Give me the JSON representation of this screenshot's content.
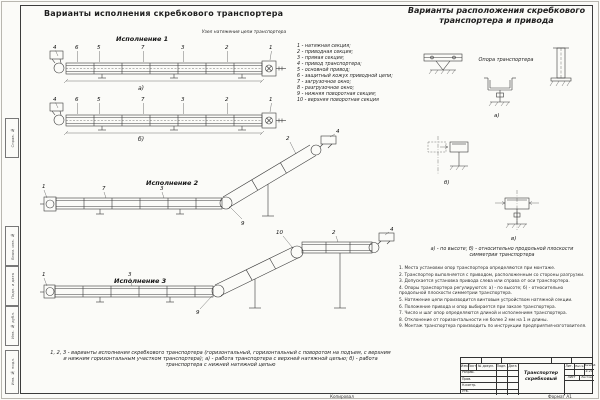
{
  "titles": {
    "left": "Варианты исполнения скребкового транспортера",
    "right": "Варианты расположения скребкового транспортера и привода"
  },
  "labels": {
    "isp1": "Исполнение 1",
    "isp2": "Исполнение 2",
    "isp3": "Исполнение 3",
    "a": "а)",
    "b": "б)",
    "a2": "а)",
    "b2": "б)",
    "v2": "в)",
    "uzel": "Узел натяжения цепи транспортера",
    "opora": "Опора транспортера",
    "format": "Формат А1",
    "kopiroval": "Копировал"
  },
  "legend": {
    "items": [
      "1 - натяжная секция;",
      "2 - приводная секция;",
      "3 - прямая секция;",
      "4 - привод транспортера;",
      "5 - основной привод;",
      "6 - защитный кожух приводной цепи;",
      "7 - загрузочное окно;",
      "8 - разгрузочное окно;",
      "9 - нижняя поворотная секция;",
      "10 - верхняя поворотная секция"
    ]
  },
  "callouts": {
    "d1a": [
      "4",
      "6",
      "5",
      "7",
      "3",
      "2",
      "1"
    ],
    "d1b": [
      "4",
      "6",
      "5",
      "7",
      "3",
      "2",
      "1"
    ],
    "d2": [
      "1",
      "7",
      "3",
      "9",
      "2",
      "4"
    ],
    "d3": [
      "1",
      "3",
      "9",
      "10",
      "2",
      "4"
    ]
  },
  "captions": {
    "bottom": "1, 2, 3 - варианты исполнения скребкового транспортера (горизонтальный, горизонтальный с поворотом на подъем, с верхним и нижним горизонтальным участком транспортера); а) - работа транспортера с верхней натяжной цепью; б) - работа транспортера с нижней натяжной цепью",
    "right_ab": "а) - по высоте; б) - относительно продольной плоскости симметрии транспортера"
  },
  "notes": {
    "lines": [
      "1. Места установки опор транспортера определяются при монтаже.",
      "2. Транспортер выполняется с приводом, расположенным со стороны разгрузки.",
      "3. Допускается установка привода слева или справа от оси транспортера.",
      "4. Опоры транспортера регулируются: а) - по высоте; б) - относительно продольной плоскости симметрии транспортера.",
      "5. Натяжение цепи производится винтовым устройством натяжной секции.",
      "6. Положение привода и опор выбирается при заказе транспортера.",
      "7. Число и шаг опор определяются длиной и исполнением транспортера.",
      "8. Отклонение от горизонтальности не более 2 мм на 1 м длины.",
      "9. Монтаж транспортера производить по инструкции предприятия-изготовителя."
    ]
  },
  "side_labels": [
    "Справ. №",
    "Взам. инв. №",
    "Подп. и дата",
    "Инв. № дубл.",
    "Инв. № подл."
  ],
  "stamp": {
    "doc_name": "Транспортер скребковый",
    "cols": {
      "izm": "Изм.",
      "list": "Лист",
      "doc": "№ докум.",
      "podp": "Подп.",
      "data": "Дата"
    },
    "rows": {
      "razrab": "Разраб.",
      "prov": "Пров.",
      "nkontr": "Н.контр.",
      "utv": "Утв."
    },
    "lit": "Лит.",
    "massa": "Масса",
    "masshtab": "Масштаб",
    "scale": "1:20",
    "list_lbl": "Лист",
    "listov_lbl": "Листов"
  }
}
